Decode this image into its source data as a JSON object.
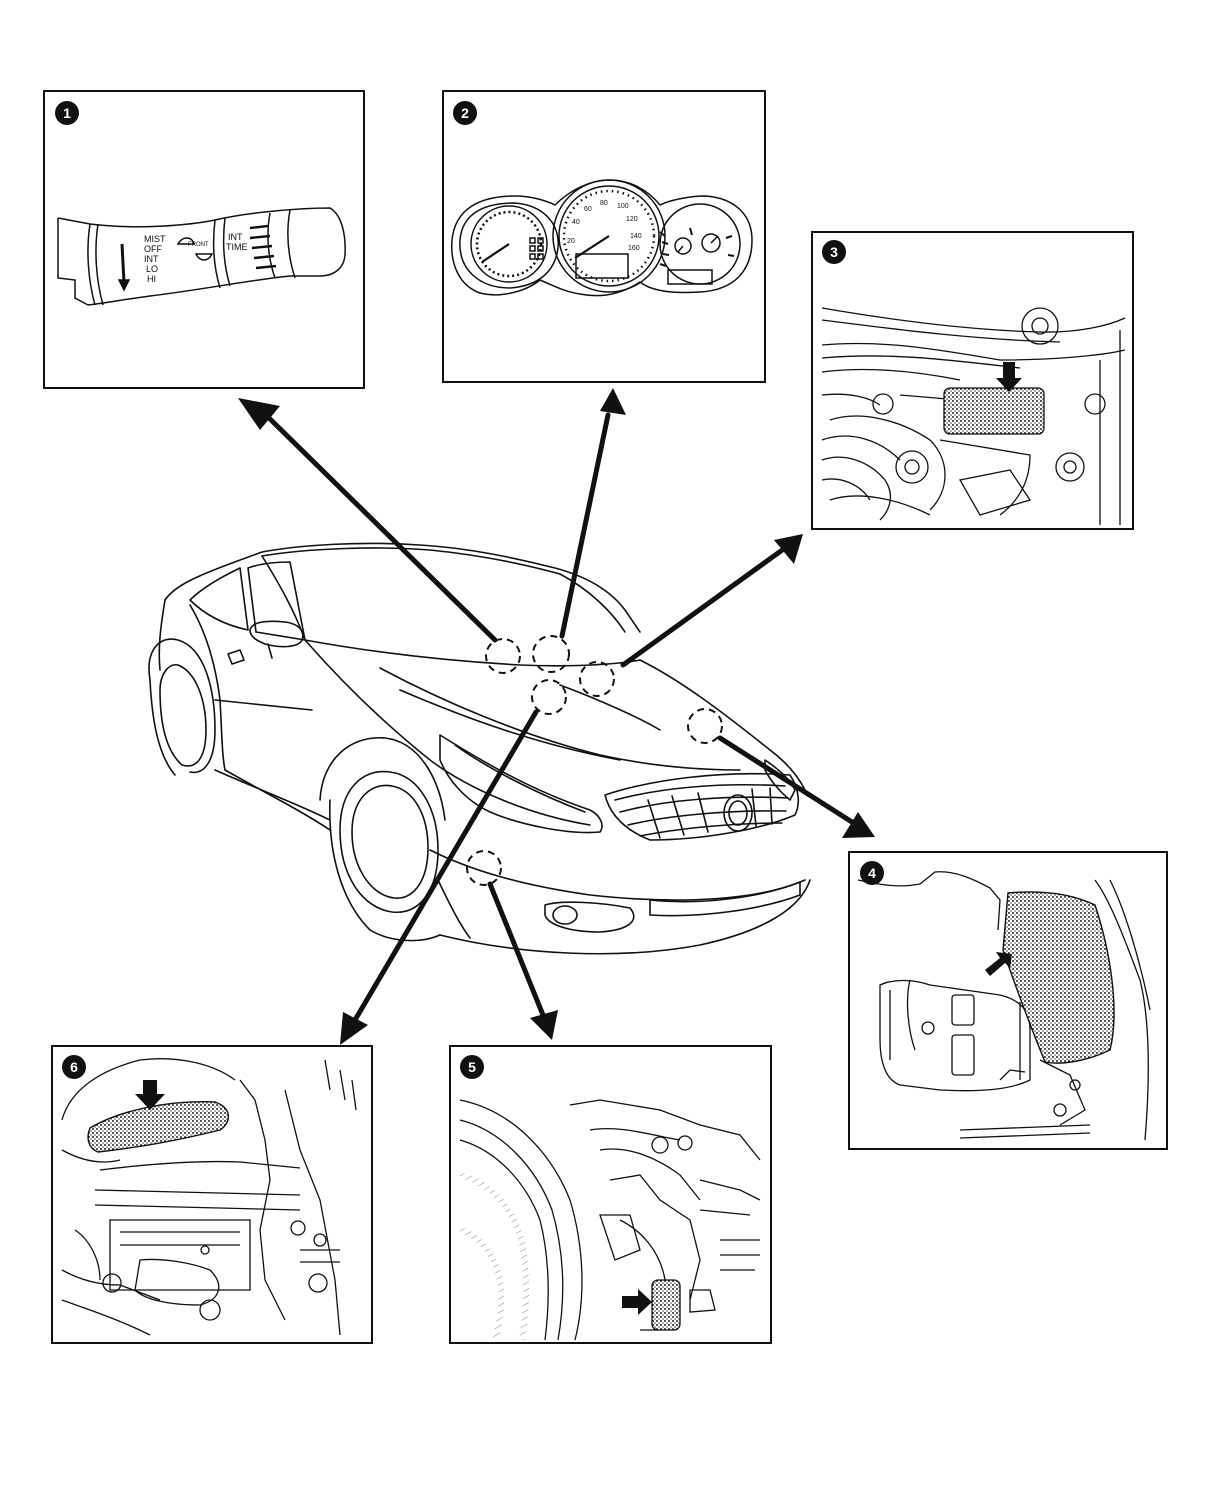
{
  "panels": [
    {
      "id": 1,
      "badge": "1",
      "switch_labels": {
        "mist": "MIST",
        "off": "OFF",
        "int": "INT",
        "lo": "LO",
        "hi": "HI",
        "front": "FRONT",
        "int_time_1": "INT",
        "int_time_2": "TIME"
      }
    },
    {
      "id": 2,
      "badge": "2",
      "gauge_ticks": [
        "20",
        "40",
        "60",
        "80",
        "100",
        "120",
        "140",
        "160"
      ]
    },
    {
      "id": 3,
      "badge": "3"
    },
    {
      "id": 4,
      "badge": "4"
    },
    {
      "id": 5,
      "badge": "5"
    },
    {
      "id": 6,
      "badge": "6"
    }
  ],
  "colors": {
    "ink": "#111111",
    "paper": "#ffffff",
    "shade": "#555555"
  }
}
